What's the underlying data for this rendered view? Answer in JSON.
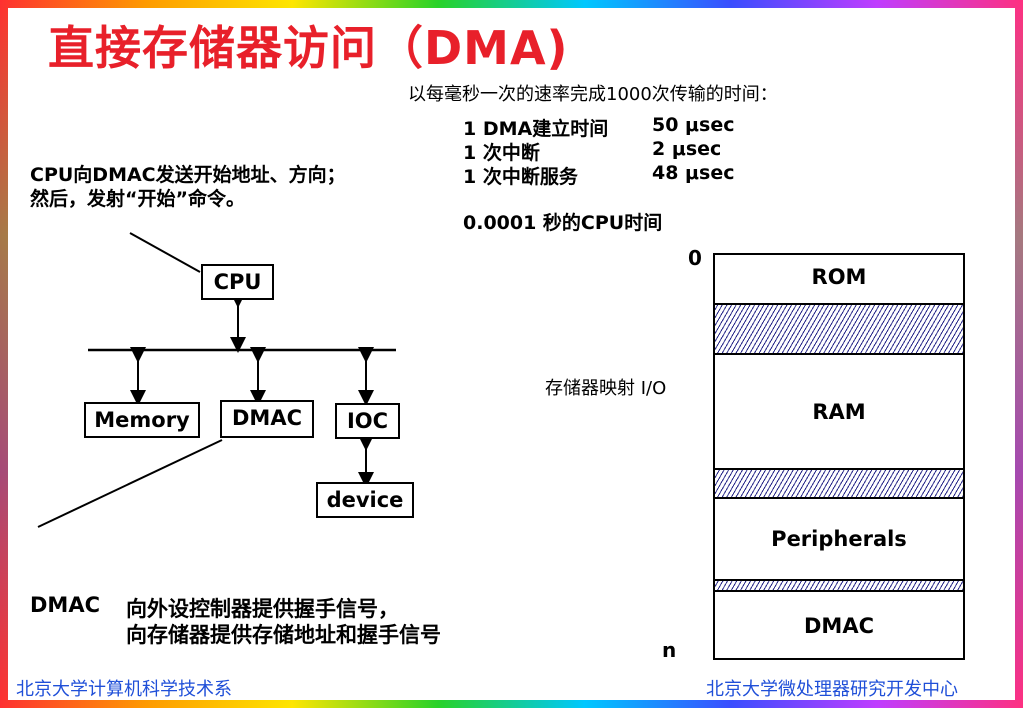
{
  "slide": {
    "title": "直接存储器访问（DMA)",
    "timing_intro": "以每毫秒一次的速率完成1000次传输的时间：",
    "timing_rows": [
      {
        "label": "1 DMA建立时间",
        "value": "50 μsec"
      },
      {
        "label": "1 次中断",
        "value": "2 μsec"
      },
      {
        "label": "1 次中断服务",
        "value": "48 μsec"
      }
    ],
    "cpu_time": "0.0001 秒的CPU时间",
    "cpu_note_line1": "CPU向DMAC发送开始地址、方向；",
    "cpu_note_line2": "然后，发射“开始”命令。",
    "diagram": {
      "cpu": "CPU",
      "memory": "Memory",
      "dmac": "DMAC",
      "ioc": "IOC",
      "device": "device"
    },
    "memory_map": {
      "top_label": "0",
      "bottom_label": "n",
      "side_label": "存储器映射 I/O",
      "segments": [
        {
          "label": "ROM",
          "style": "blank"
        },
        {
          "label": "",
          "style": "hatch"
        },
        {
          "label": "RAM",
          "style": "blank"
        },
        {
          "label": "",
          "style": "hatch"
        },
        {
          "label": "Peripherals",
          "style": "blank"
        },
        {
          "label": "",
          "style": "hatch"
        },
        {
          "label": "DMAC",
          "style": "blank"
        }
      ]
    },
    "dmac_note_label": "DMAC",
    "dmac_note_line1": "向外设控制器提供握手信号，",
    "dmac_note_line2": "向存储器提供存储地址和握手信号",
    "footer_left": "北京大学计算机科学技术系",
    "footer_right": "北京大学微处理器研究开发中心",
    "colors": {
      "title": "#e8202a",
      "footer": "#1f4fd8"
    }
  }
}
